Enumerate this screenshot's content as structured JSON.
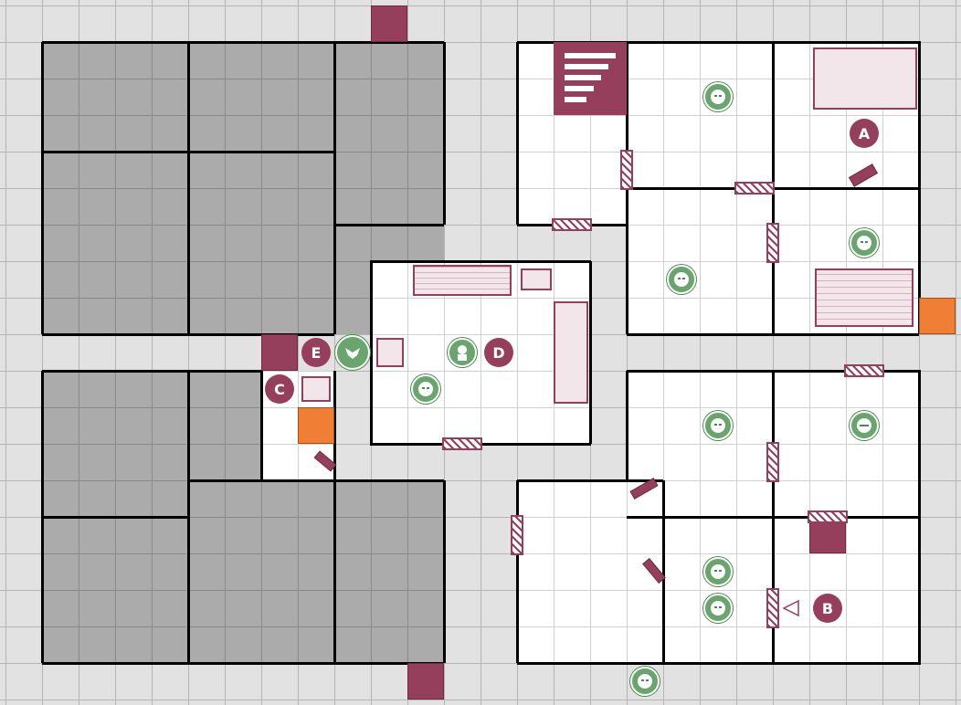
{
  "map": {
    "background": "#e2e2e2",
    "blocked_color": "#ababab",
    "accent": "#963f5c",
    "monster_color": "#6aa56d",
    "trap_color": "#f07e35"
  },
  "markers": {
    "a": "A",
    "b": "B",
    "c": "C",
    "d": "D",
    "e": "E"
  },
  "icons": {
    "monster": "goblin-icon",
    "hero": "elf-icon",
    "boss": "gargoyle-icon",
    "trap": "spear-trap-icon",
    "door": "door-icon",
    "rubble": "rubble-icon",
    "stairs": "stairs-icon",
    "table": "table-icon",
    "bookcase": "bookcase-icon",
    "chest": "chest-icon",
    "arrow": "arrow-left-icon"
  }
}
